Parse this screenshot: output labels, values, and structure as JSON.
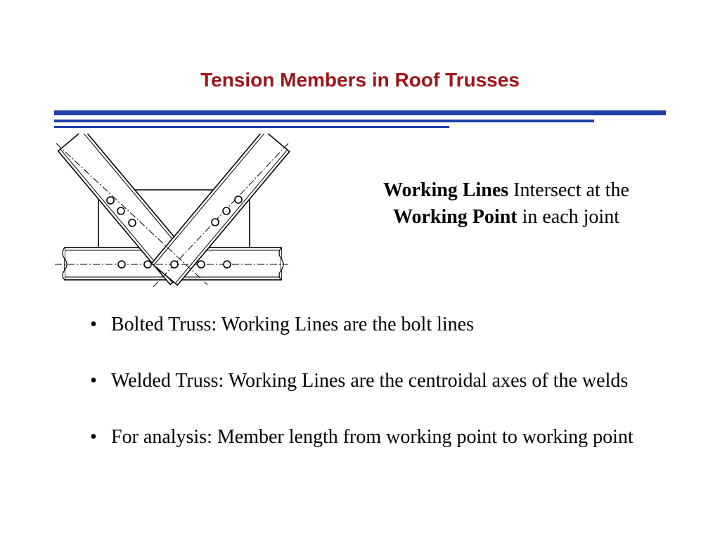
{
  "slide": {
    "title": "Tension Members in Roof Trusses",
    "title_color": "#a01418",
    "rule_color": "#1f3fa6"
  },
  "callout": {
    "line1_bold": "Working Lines",
    "line1_rest": " Intersect at the",
    "line2_bold": "Working Point",
    "line2_rest": " in each joint"
  },
  "bullets": [
    {
      "marker": "•",
      "text": "Bolted Truss: Working Lines  are the bolt lines"
    },
    {
      "marker": "•",
      "text": "Welded Truss: Working Lines are the centroidal axes of the welds"
    },
    {
      "marker": "•",
      "text": "For analysis: Member length from working point to working point"
    }
  ]
}
